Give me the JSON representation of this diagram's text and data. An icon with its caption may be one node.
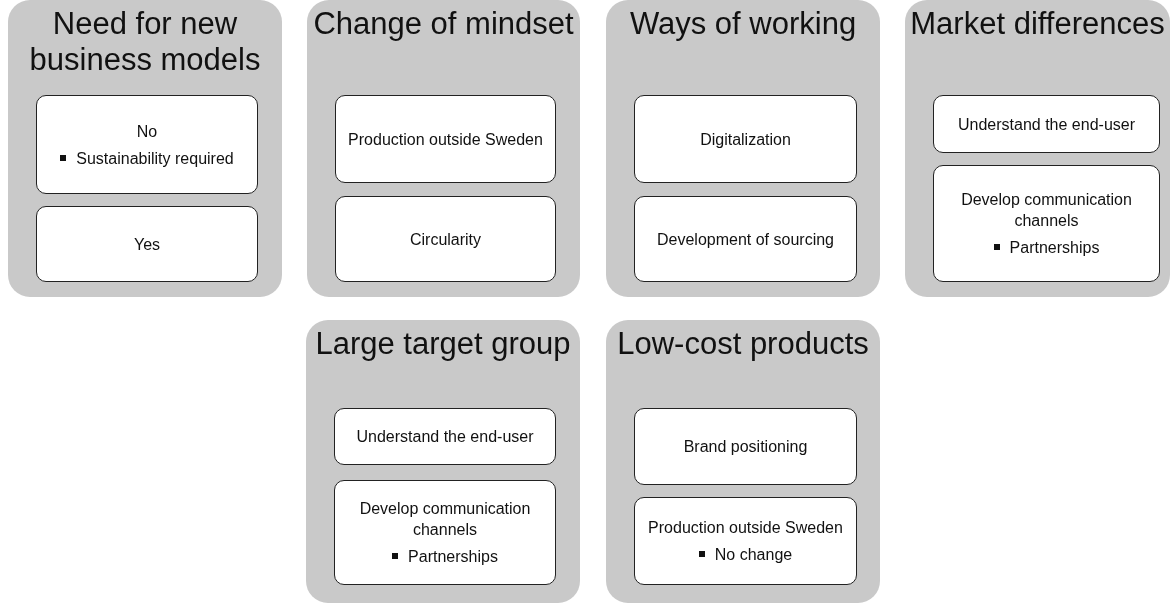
{
  "diagram": {
    "nodes": [
      {
        "text": [
          "Need for new business models"
        ]
      },
      {
        "text": [
          "No",
          "Sustainability required"
        ],
        "in": 0
      },
      {
        "text": [
          "Yes"
        ],
        "in": 0
      },
      {
        "text": [
          "Change of mindset"
        ]
      },
      {
        "text": [
          "Production outside Sweden"
        ],
        "in": 3
      },
      {
        "text": [
          "Circularity"
        ],
        "in": 3
      },
      {
        "text": [
          "Ways of working"
        ]
      },
      {
        "text": [
          "Digitalization"
        ],
        "in": 6
      },
      {
        "text": [
          "Development of sourcing"
        ],
        "in": 6
      },
      {
        "text": [
          "Market differences"
        ]
      },
      {
        "text": [
          "Understand the end-user"
        ],
        "in": 9
      },
      {
        "text": [
          "Develop communication channels",
          "Partnerships"
        ],
        "in": 9
      },
      {
        "text": [
          "Large target group"
        ]
      },
      {
        "text": [
          "Understand the end-user"
        ],
        "in": 12
      },
      {
        "text": [
          "Develop communication channels",
          "Partnerships"
        ],
        "in": 12
      },
      {
        "text": [
          "Low-cost products"
        ]
      },
      {
        "text": [
          "Brand positioning"
        ],
        "in": 15
      },
      {
        "text": [
          "Production outside Sweden",
          "No change"
        ],
        "in": 15
      }
    ],
    "edges": []
  }
}
